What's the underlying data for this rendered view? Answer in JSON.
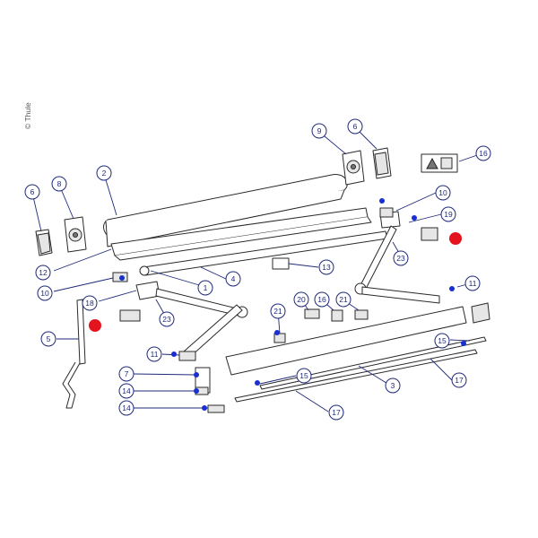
{
  "copyright": "© Thule",
  "colors": {
    "callout": "#1f2a7a",
    "dot": "#1a2fd0",
    "marker": "#e3141e"
  },
  "callouts": [
    {
      "id": "c-6a",
      "label": "6"
    },
    {
      "id": "c-8",
      "label": "8"
    },
    {
      "id": "c-2",
      "label": "2"
    },
    {
      "id": "c-9",
      "label": "9"
    },
    {
      "id": "c-6b",
      "label": "6"
    },
    {
      "id": "c-16",
      "label": "16"
    },
    {
      "id": "c-10a",
      "label": "10"
    },
    {
      "id": "c-19",
      "label": "19"
    },
    {
      "id": "c-12",
      "label": "12"
    },
    {
      "id": "c-10b",
      "label": "10"
    },
    {
      "id": "c-4",
      "label": "4"
    },
    {
      "id": "c-13",
      "label": "13"
    },
    {
      "id": "c-23a",
      "label": "23"
    },
    {
      "id": "c-1",
      "label": "1"
    },
    {
      "id": "c-11a",
      "label": "11"
    },
    {
      "id": "c-18",
      "label": "18"
    },
    {
      "id": "c-23b",
      "label": "23"
    },
    {
      "id": "c-20",
      "label": "20"
    },
    {
      "id": "c-16b",
      "label": "16"
    },
    {
      "id": "c-21a",
      "label": "21"
    },
    {
      "id": "c-21b",
      "label": "21"
    },
    {
      "id": "c-5",
      "label": "5"
    },
    {
      "id": "c-11b",
      "label": "11"
    },
    {
      "id": "c-15a",
      "label": "15"
    },
    {
      "id": "c-7",
      "label": "7"
    },
    {
      "id": "c-15b",
      "label": "15"
    },
    {
      "id": "c-3",
      "label": "3"
    },
    {
      "id": "c-17a",
      "label": "17"
    },
    {
      "id": "c-14a",
      "label": "14"
    },
    {
      "id": "c-14b",
      "label": "14"
    },
    {
      "id": "c-17b",
      "label": "17"
    }
  ]
}
